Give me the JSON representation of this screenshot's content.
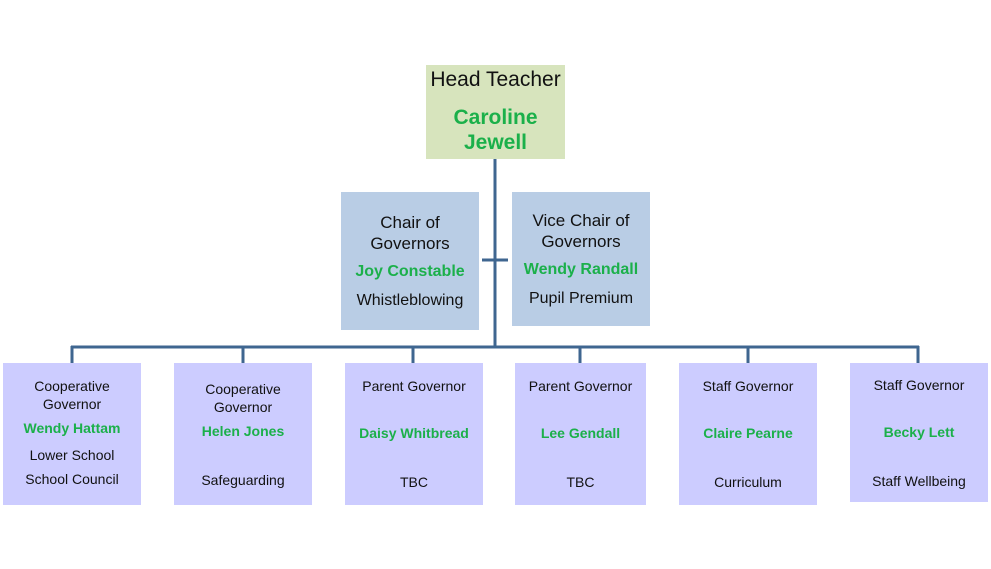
{
  "colors": {
    "connector": "#3f6690",
    "head_fill": "#d7e4bd",
    "chair_fill": "#b9cde5",
    "governor_fill": "#ccccff",
    "name_green": "#1bb04a"
  },
  "head": {
    "role": "Head Teacher",
    "name": "Caroline Jewell"
  },
  "chair": {
    "role": "Chair of Governors",
    "name": "Joy Constable",
    "responsibility": "Whistleblowing"
  },
  "vice_chair": {
    "role": "Vice Chair of Governors",
    "name": "Wendy Randall",
    "responsibility": "Pupil Premium"
  },
  "governors": [
    {
      "role": "Cooperative Governor",
      "name": "Wendy Hattam",
      "responsibility": [
        "Lower School",
        "School Council"
      ]
    },
    {
      "role": "Cooperative Governor",
      "name": "Helen Jones",
      "responsibility": [
        "Safeguarding"
      ]
    },
    {
      "role": "Parent Governor",
      "name": "Daisy Whitbread",
      "responsibility": [
        "TBC"
      ]
    },
    {
      "role": "Parent Governor",
      "name": "Lee Gendall",
      "responsibility": [
        "TBC"
      ]
    },
    {
      "role": "Staff Governor",
      "name": "Claire Pearne",
      "responsibility": [
        "Curriculum"
      ]
    },
    {
      "role": "Staff Governor",
      "name": "Becky Lett",
      "responsibility": [
        "Staff Wellbeing"
      ]
    }
  ]
}
